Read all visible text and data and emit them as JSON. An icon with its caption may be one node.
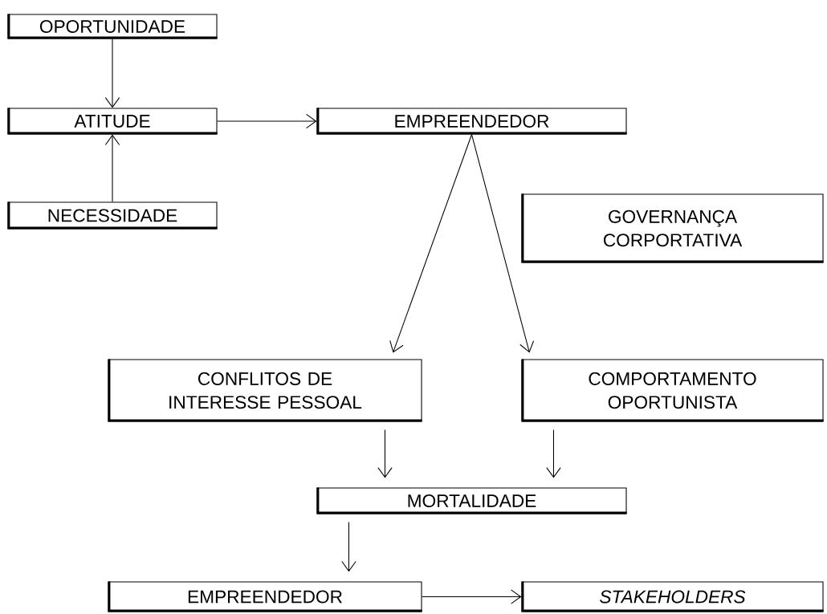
{
  "diagram": {
    "nodes": [
      {
        "text": [
          "OPORTUNIDADE"
        ]
      },
      {
        "text": [
          "ATITUDE"
        ]
      },
      {
        "text": [
          "NECESSIDADE"
        ]
      },
      {
        "text": [
          "EMPREENDEDOR"
        ]
      },
      {
        "text": [
          "GOVERNANÇA CORPORTATIVA"
        ]
      },
      {
        "text": [
          "CONFLITOS DE INTERESSE PESSOAL"
        ]
      },
      {
        "text": [
          "COMPORTAMENTO OPORTUNISTA"
        ]
      },
      {
        "text": [
          "MORTALIDADE"
        ]
      },
      {
        "text": [
          "EMPREENDEDOR"
        ]
      },
      {
        "text": [
          "*STAKEHOLDERS*"
        ]
      }
    ],
    "edges": [
      {
        "from": 0,
        "to": 1,
        "arrow": "to"
      },
      {
        "from": 2,
        "to": 1,
        "arrow": "to"
      },
      {
        "from": 1,
        "to": 3,
        "arrow": "to"
      },
      {
        "from": 3,
        "to": 5,
        "arrow": "to"
      },
      {
        "from": 3,
        "to": 6,
        "arrow": "to"
      },
      {
        "from": 5,
        "to": 7,
        "arrow": "to"
      },
      {
        "from": 6,
        "to": 7,
        "arrow": "to"
      },
      {
        "from": 7,
        "to": 8,
        "arrow": "to"
      },
      {
        "from": 8,
        "to": 9,
        "arrow": "to"
      }
    ]
  }
}
